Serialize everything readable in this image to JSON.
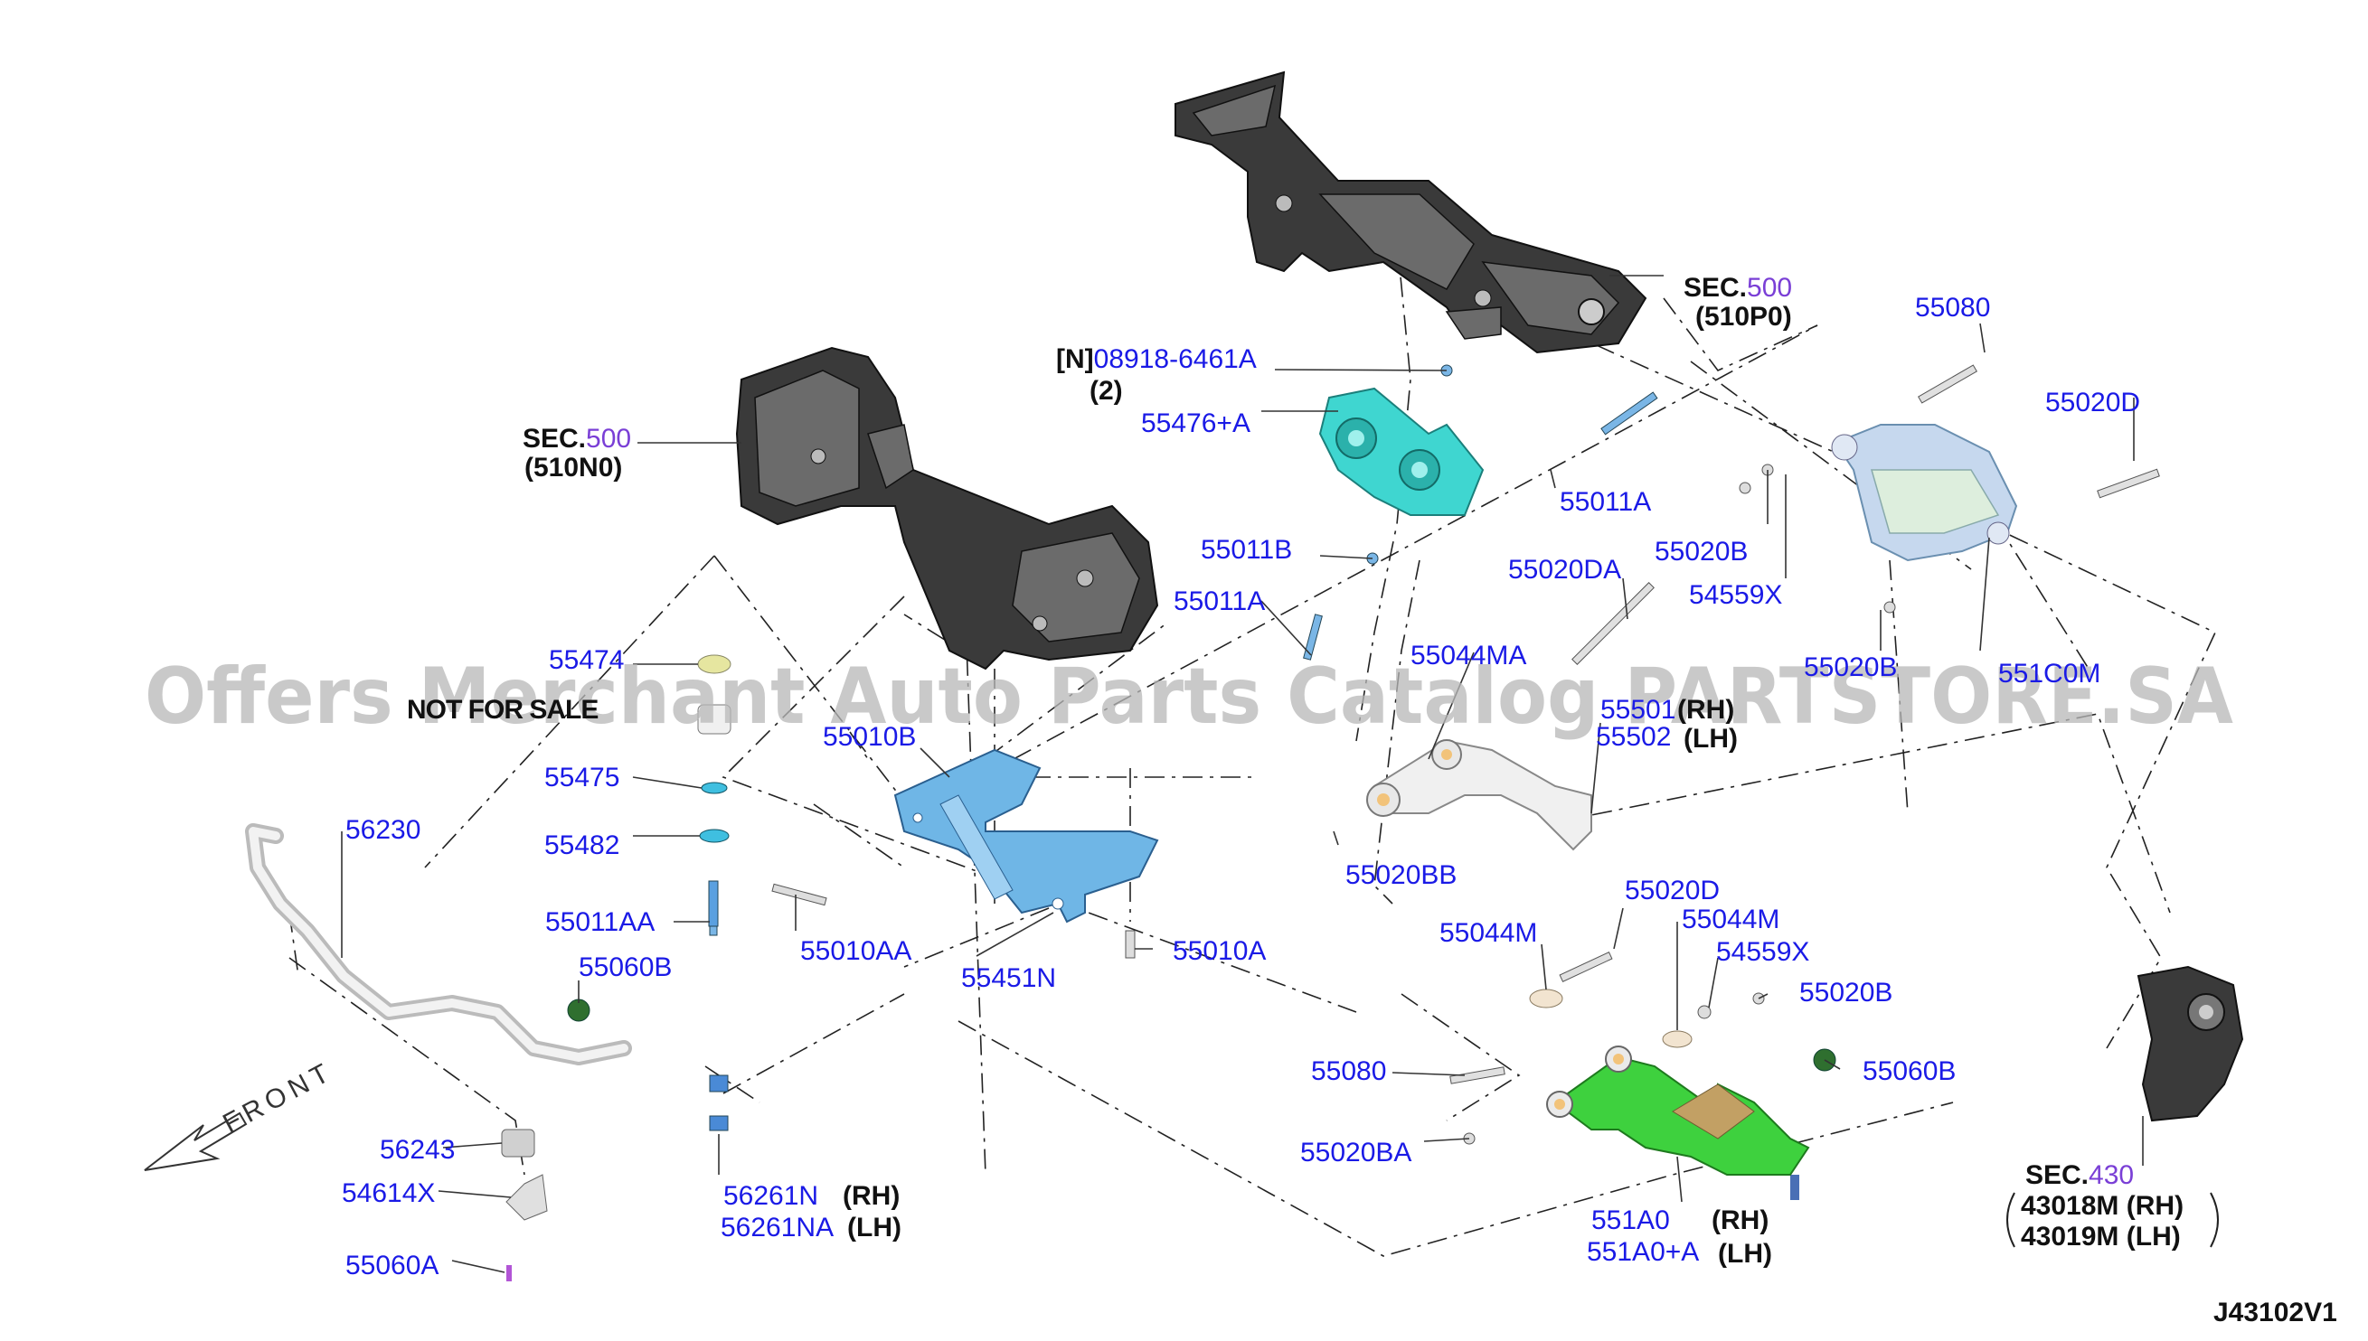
{
  "watermark": "Offers Merchant Auto Parts Catalog PARTSTORE.SA",
  "not_for_sale": "NOT FOR SALE",
  "diagram_id": "J43102V1",
  "front_label": "FRONT",
  "sections": {
    "sec_prefix": "SEC.",
    "upper": {
      "num": "500",
      "code": "(510P0)"
    },
    "left": {
      "num": "500",
      "code": "(510N0)"
    },
    "knuckle": {
      "num": "430",
      "rh": "43018M (RH)",
      "lh": "43019M (LH)"
    }
  },
  "callouts": {
    "n_prefix": "[N]",
    "bolt_08918": "08918-6461A",
    "qty_2": "(2)",
    "p55476A": "55476+A",
    "p55011A_top": "55011A",
    "p55011B": "55011B",
    "p55011A_mid": "55011A",
    "p55080_top": "55080",
    "p55020D_top": "55020D",
    "p55020B_top": "55020B",
    "p54559X_top": "54559X",
    "p55020DA": "55020DA",
    "p55044MA": "55044MA",
    "p55501": "55501",
    "p55502": "55502",
    "rh": "(RH)",
    "lh": "(LH)",
    "p55020B_hidden": "55020B",
    "p551C0M": "551C0M",
    "p55474": "55474",
    "p55475": "55475",
    "p55482": "55482",
    "p55011AA": "55011AA",
    "p55010B": "55010B",
    "p55010AA": "55010AA",
    "p55451N": "55451N",
    "p55010A": "55010A",
    "p55020BB": "55020BB",
    "p56230": "56230",
    "p55060B_left": "55060B",
    "p56243": "56243",
    "p54614X": "54614X",
    "p55060A": "55060A",
    "p56261N": "56261N",
    "p56261NA": "56261NA",
    "p55020D_low": "55020D",
    "p55044M_left": "55044M",
    "p55044M_right": "55044M",
    "p54559X_low": "54559X",
    "p55020B_low": "55020B",
    "p55080_low": "55080",
    "p55060B_right": "55060B",
    "p55020BA": "55020BA",
    "p551A0": "551A0",
    "p551A0A": "551A0+A"
  },
  "colors": {
    "part_number": "#1a1ae6",
    "section_number": "#7a3fd6",
    "text": "#111111",
    "crossmember": "#3a3a3a",
    "bracket_cyan": "#3fd6d0",
    "member_blue": "#6fb6e6",
    "lower_arm_green": "#3ed13e",
    "upper_arm_white": "#f0f0f0",
    "rear_arm_lightblue": "#c6d8ee",
    "mount_yellow": "#e6e6a0"
  }
}
